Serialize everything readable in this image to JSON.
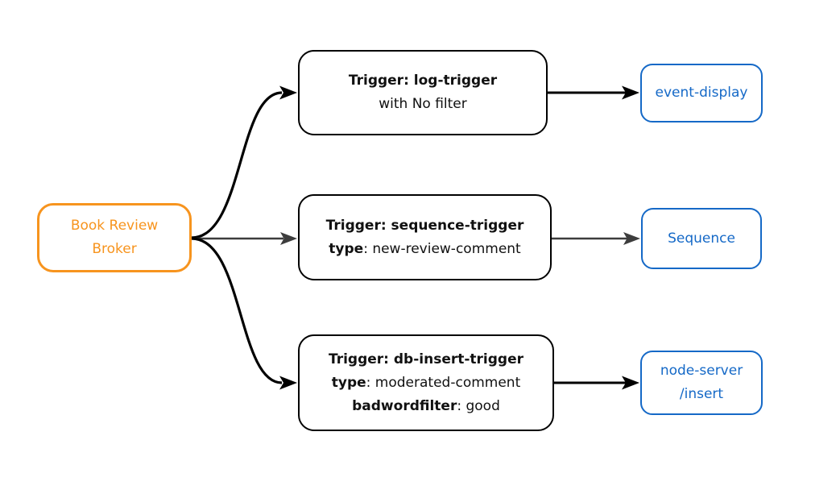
{
  "colors": {
    "background": "#FFFFFF",
    "broker_orange": "#F7941E",
    "sink_blue": "#1569C7",
    "trigger_border": "#000000",
    "arrow_black": "#000000",
    "arrow_gray": "#3D3D3D"
  },
  "broker": {
    "lines": [
      "Book Review",
      "Broker"
    ]
  },
  "triggers": [
    {
      "title": "Trigger: log-trigger",
      "detail_lines": [
        {
          "bold": "",
          "rest": "with No filter"
        }
      ]
    },
    {
      "title": "Trigger: sequence-trigger",
      "detail_lines": [
        {
          "bold": "type",
          "rest": ": new-review-comment"
        }
      ]
    },
    {
      "title": "Trigger: db-insert-trigger",
      "detail_lines": [
        {
          "bold": "type",
          "rest": ": moderated-comment"
        },
        {
          "bold": "badwordfilter",
          "rest": ": good"
        }
      ]
    }
  ],
  "sinks": [
    {
      "lines": [
        "event-display"
      ]
    },
    {
      "lines": [
        "Sequence"
      ]
    },
    {
      "lines": [
        "node-server",
        "/insert"
      ]
    }
  ]
}
